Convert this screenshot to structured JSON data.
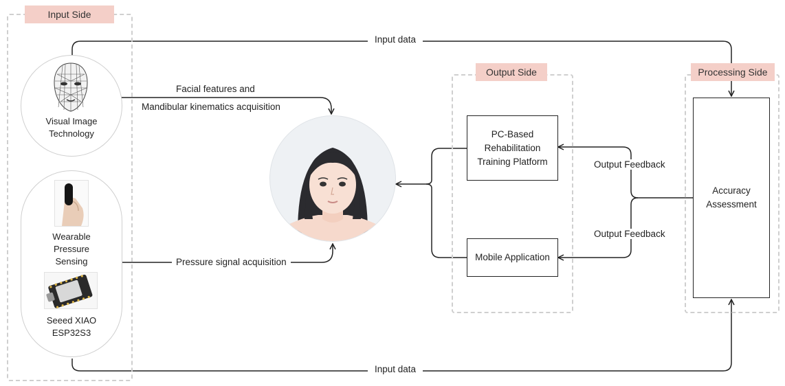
{
  "groups": {
    "input": "Input Side",
    "output": "Output Side",
    "processing": "Processing Side"
  },
  "nodes": {
    "visual_line1": "Visual Image",
    "visual_line2": "Technology",
    "wearable_line1": "Wearable",
    "wearable_line2": "Pressure",
    "wearable_line3": "Sensing",
    "seeed_line1": "Seeed XIAO",
    "seeed_line2": "ESP32S3",
    "pc_line1": "PC-Based",
    "pc_line2": "Rehabilitation",
    "pc_line3": "Training Platform",
    "mobile": "Mobile Application",
    "accuracy_line1": "Accuracy",
    "accuracy_line2": "Assessment"
  },
  "edges": {
    "input_data_top": "Input data",
    "input_data_bottom": "Input data",
    "facial_line1": "Facial features and",
    "facial_line2": "Mandibular kinematics acquisition",
    "pressure": "Pressure signal acquisition",
    "feedback_top": "Output Feedback",
    "feedback_bottom": "Output Feedback"
  },
  "colors": {
    "group_title_bg": "#f4cfc8",
    "dashed_border": "#cfcfcf",
    "line": "#222222"
  },
  "icons": [
    "face-mesh-icon",
    "fingertip-sensor-icon",
    "esp32-board-icon",
    "woman-face-icon"
  ]
}
